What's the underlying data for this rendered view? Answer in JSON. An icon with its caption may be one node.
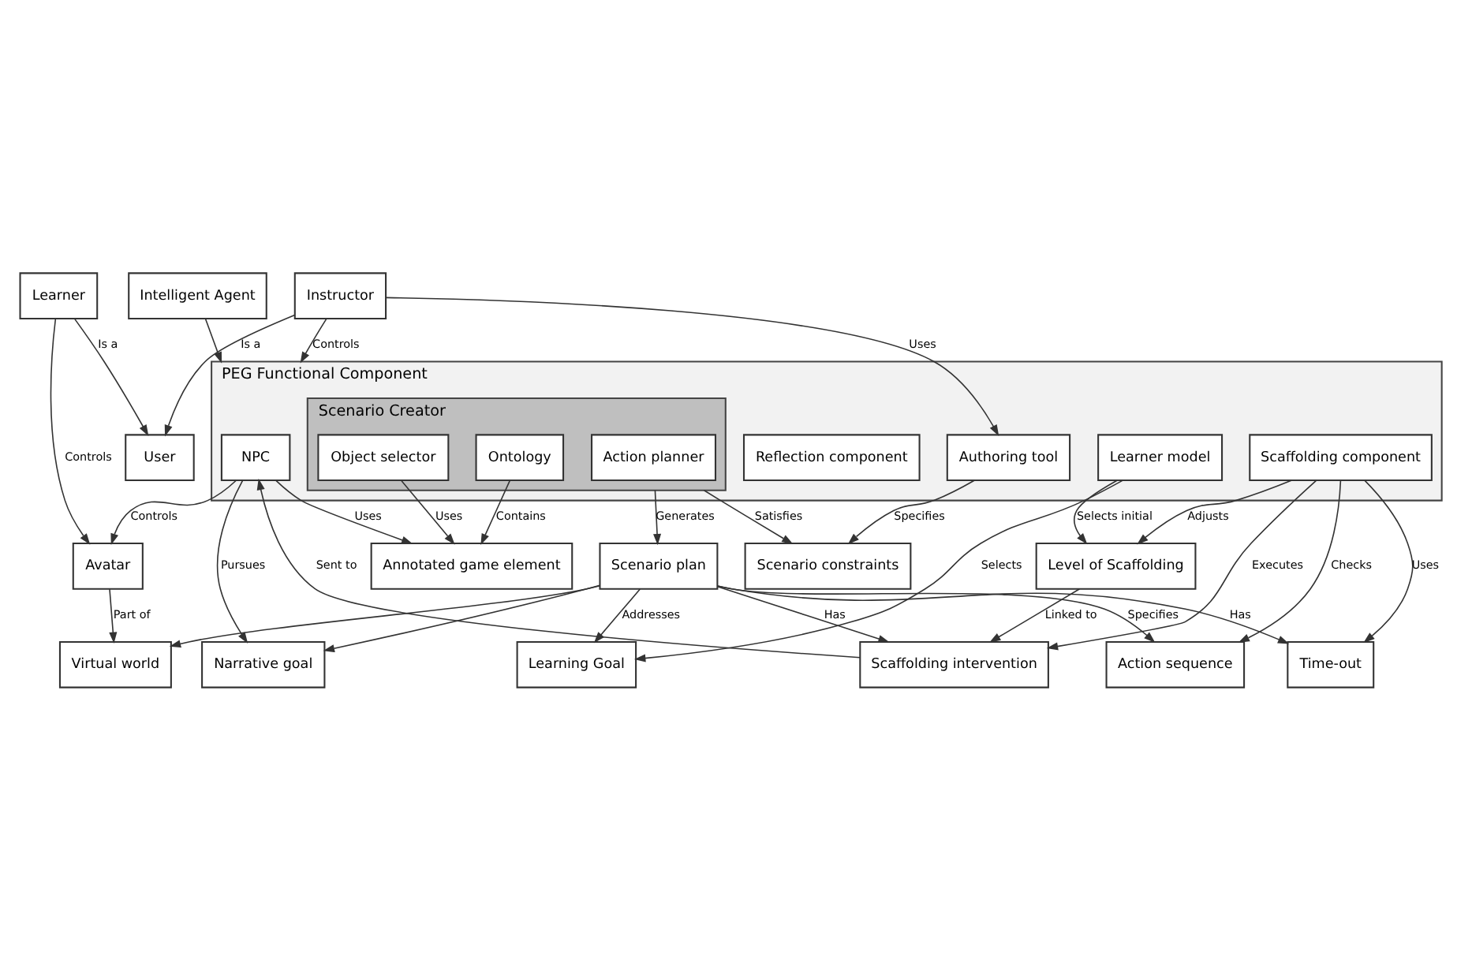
{
  "diagram": {
    "nodes": [
      {
        "text": [
          "Learning Goal"
        ]
      },
      {
        "text": [
          "Action sequence"
        ]
      },
      {
        "text": [
          "Virtual world"
        ]
      },
      {
        "text": [
          "Narrative goal"
        ]
      },
      {
        "text": [
          "PEG Functional Component"
        ]
      },
      {
        "text": [
          "NPC"
        ],
        "in": 4
      },
      {
        "text": [
          "Avatar"
        ]
      },
      {
        "text": [
          "Learner"
        ]
      },
      {
        "text": [
          "Scenario plan"
        ]
      },
      {
        "text": [
          "Scenario Creator"
        ],
        "in": 4
      },
      {
        "text": [
          "Action planner"
        ],
        "in": 9
      },
      {
        "text": [
          "Object selector"
        ],
        "in": 9
      },
      {
        "text": [
          "Ontology"
        ],
        "in": 9
      },
      {
        "text": [
          "Learner model"
        ],
        "in": 4
      },
      {
        "text": [
          "Annotated game element"
        ]
      },
      {
        "text": [
          "Reflection component"
        ],
        "in": 4
      },
      {
        "text": [
          "User"
        ]
      },
      {
        "text": [
          "Scaffolding component"
        ],
        "in": 4
      },
      {
        "text": [
          "Scenario constraints"
        ]
      },
      {
        "text": [
          "Instructor"
        ]
      },
      {
        "text": [
          "Authoring tool"
        ],
        "in": 4
      },
      {
        "text": [
          "Time-out"
        ]
      },
      {
        "text": [
          "Intelligent Agent"
        ]
      },
      {
        "text": [
          "Level of Scaffolding"
        ]
      },
      {
        "text": [
          "Scaffolding intervention"
        ]
      }
    ],
    "edges": [
      {
        "from": 13,
        "to": 0,
        "arrow": "to",
        "label": "Selects"
      },
      {
        "from": 8,
        "to": 0,
        "arrow": "to",
        "label": "Addresses"
      },
      {
        "from": 8,
        "to": 1,
        "arrow": "to",
        "label": "Specifies"
      },
      {
        "from": 8,
        "to": 2,
        "arrow": "to"
      },
      {
        "from": 8,
        "to": 3,
        "arrow": "to"
      },
      {
        "from": 6,
        "to": 2,
        "arrow": "to",
        "label": "Part of"
      },
      {
        "from": 5,
        "to": 3,
        "arrow": "to",
        "label": "Pursues"
      },
      {
        "from": 5,
        "to": 6,
        "arrow": "to",
        "label": "Controls"
      },
      {
        "from": 7,
        "to": 6,
        "arrow": "to",
        "label": "Controls"
      },
      {
        "from": 5,
        "to": 14,
        "arrow": "to",
        "label": "Uses"
      },
      {
        "from": 9,
        "to": 8,
        "arrow": "to",
        "label": "Generates"
      },
      {
        "from": 11,
        "to": 14,
        "arrow": "to",
        "label": "Uses"
      },
      {
        "from": 12,
        "to": 14,
        "arrow": "to",
        "label": "Contains"
      },
      {
        "from": 7,
        "to": 16,
        "arrow": "to",
        "label": "Is a"
      },
      {
        "from": 19,
        "to": 16,
        "arrow": "to",
        "label": "Is a"
      },
      {
        "from": 9,
        "to": 18,
        "arrow": "to",
        "label": "Satisfies"
      },
      {
        "from": 20,
        "to": 18,
        "arrow": "to",
        "label": "Specifies"
      },
      {
        "from": 19,
        "to": 20,
        "arrow": "to",
        "label": "Uses"
      },
      {
        "from": 19,
        "to": 4,
        "arrow": "to",
        "label": "Controls"
      },
      {
        "from": 22,
        "to": 4,
        "arrow": "to"
      },
      {
        "from": 8,
        "to": 21,
        "arrow": "to",
        "label": "Has"
      },
      {
        "from": 8,
        "to": 24,
        "arrow": "to",
        "label": "Has"
      },
      {
        "from": 17,
        "to": 21,
        "arrow": "to",
        "label": "Uses"
      },
      {
        "from": 17,
        "to": 1,
        "arrow": "to",
        "label": "Checks"
      },
      {
        "from": 24,
        "to": 5,
        "arrow": "to",
        "label": "Sent to"
      },
      {
        "from": 17,
        "to": 24,
        "arrow": "to",
        "label": "Executes"
      },
      {
        "from": 17,
        "to": 23,
        "arrow": "to",
        "label": "Adjusts"
      },
      {
        "from": 13,
        "to": 23,
        "arrow": "to",
        "label": "Selects initial"
      },
      {
        "from": 23,
        "to": 24,
        "arrow": "to",
        "label": "Linked to"
      }
    ]
  }
}
